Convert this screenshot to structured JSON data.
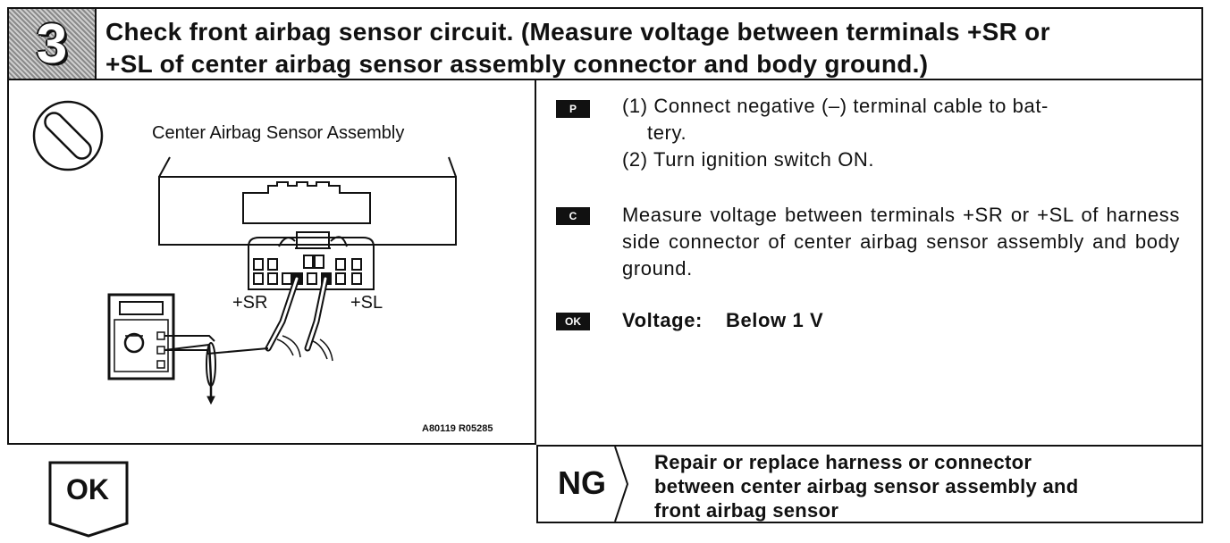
{
  "header": {
    "step_number": "3",
    "title_line1": "Check front airbag sensor circuit. (Measure voltage between terminals +SR or",
    "title_line2": "+SL of center airbag sensor assembly connector and body ground.)"
  },
  "figure": {
    "label": "Center Airbag Sensor Assembly",
    "terminal_sr": "+SR",
    "terminal_sl": "+SL",
    "code": "A80119 R05285",
    "icon": "voltmeter-symbol-icon"
  },
  "instructions": {
    "prepare": {
      "tag": "P",
      "step1": "(1) Connect negative (–) terminal cable to bat-",
      "step1_cont": "tery.",
      "step2": "(2) Turn ignition switch ON."
    },
    "check": {
      "tag": "C",
      "text": "Measure voltage between terminals +SR or +SL of harness side connector of center airbag sensor assembly and body ground."
    },
    "ok": {
      "tag": "OK",
      "label": "Voltage:",
      "value": "Below 1 V"
    }
  },
  "results": {
    "ok_label": "OK",
    "ng_label": "NG",
    "ng_line1": "Repair or replace harness or connector",
    "ng_line2": "between center airbag sensor assembly and",
    "ng_line3": "front airbag sensor"
  }
}
